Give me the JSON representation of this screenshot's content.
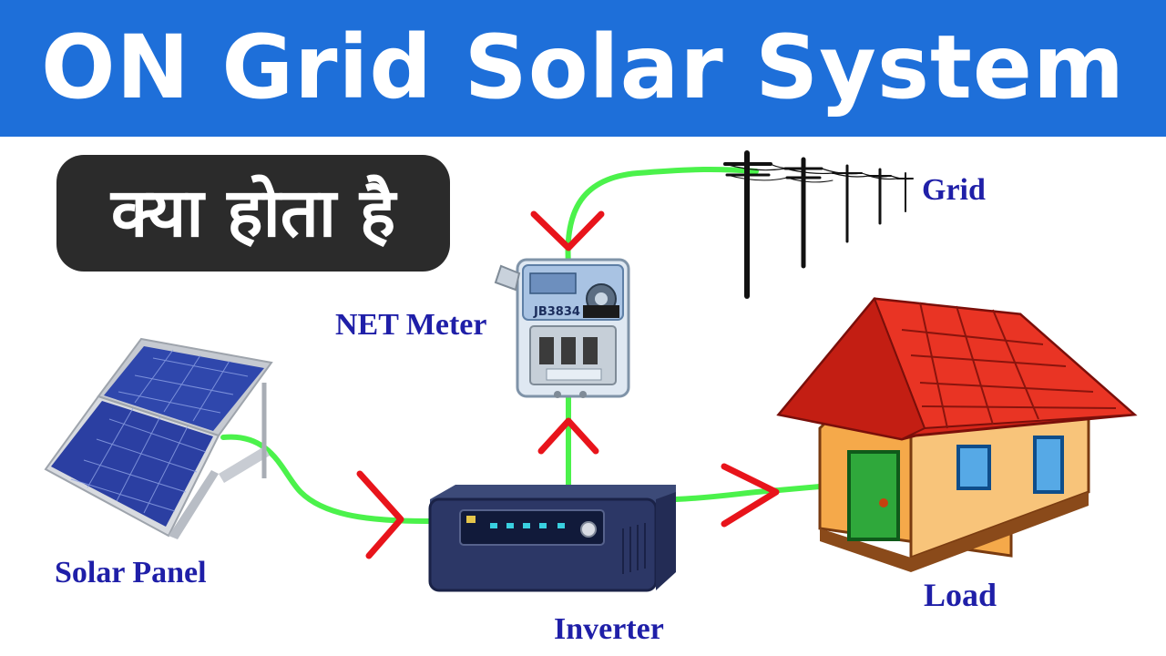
{
  "title": "ON Grid Solar System",
  "subtitle": "क्या होता है",
  "labels": {
    "grid": "Grid",
    "net_meter": "NET Meter",
    "solar_panel": "Solar Panel",
    "inverter": "Inverter",
    "load": "Load"
  },
  "meter_text": "JB3834",
  "colors": {
    "banner": "#1e6fd9",
    "pill": "#2b2b2b",
    "wire": "#4bf24b",
    "arrow": "#e8141b",
    "label": "#1f1fa8"
  },
  "icons": [
    "solar-panel-icon",
    "inverter-icon",
    "net-meter-icon",
    "grid-pole-icon",
    "house-icon",
    "arrow-icon"
  ]
}
